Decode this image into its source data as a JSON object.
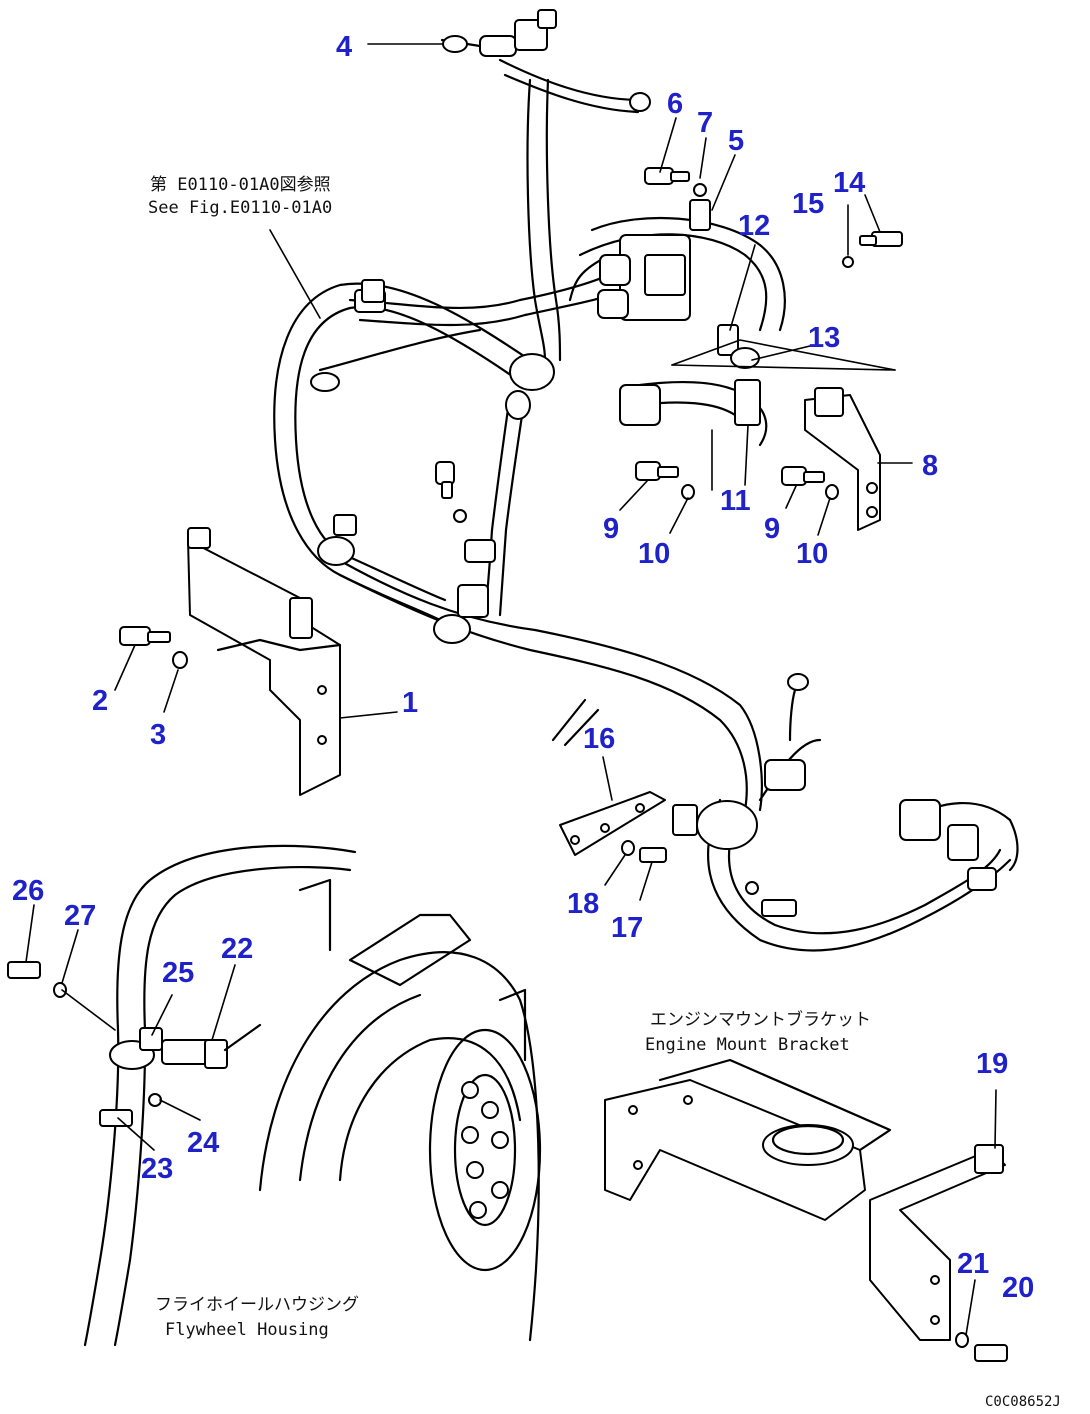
{
  "callouts": {
    "c1": "1",
    "c2": "2",
    "c3": "3",
    "c4": "4",
    "c5": "5",
    "c6": "6",
    "c7": "7",
    "c8": "8",
    "c9a": "9",
    "c9b": "9",
    "c10a": "10",
    "c10b": "10",
    "c11": "11",
    "c12": "12",
    "c13": "13",
    "c14": "14",
    "c15": "15",
    "c16": "16",
    "c17": "17",
    "c18": "18",
    "c19": "19",
    "c20": "20",
    "c21": "21",
    "c22": "22",
    "c23": "23",
    "c24": "24",
    "c25": "25",
    "c26": "26",
    "c27": "27"
  },
  "notes": {
    "ref_jp": "第 E0110-01A0図参照",
    "ref_en": "See Fig.E0110-01A0",
    "mount_jp": "エンジンマウントブラケット",
    "mount_en": "Engine Mount Bracket",
    "flywheel_jp": "フライホイールハウジング",
    "flywheel_en": "Flywheel Housing"
  },
  "figure_code": "C0C08652J",
  "colors": {
    "callout": "#1f22c9",
    "line": "#000000"
  }
}
